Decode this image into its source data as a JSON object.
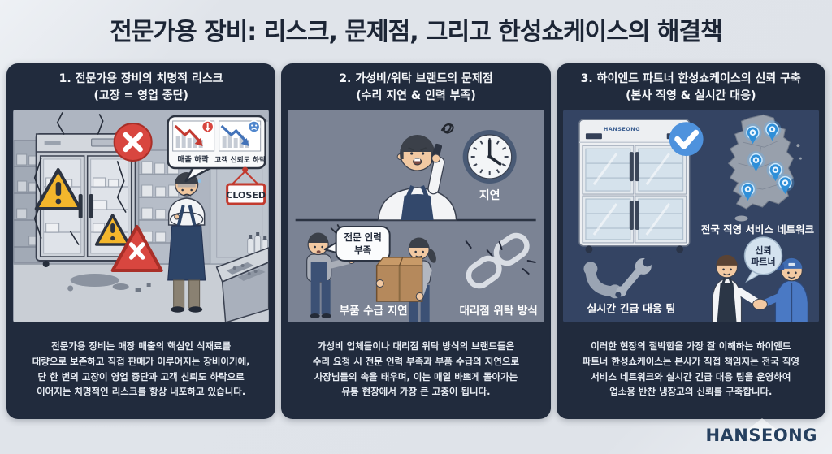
{
  "page": {
    "title": "전문가용 장비: 리스크, 문제점, 그리고 한성쇼케이스의 해결책",
    "brand_logo": "HANSEONG"
  },
  "panels": [
    {
      "header_line1": "1. 전문가용 장비의 치명적 리스크",
      "header_line2": "(고장 = 영업 중단)",
      "illustration": {
        "chart_sales_label": "매출 하락",
        "chart_trust_label": "고객 신뢰도 하락",
        "closed_sign": "CLOSED"
      },
      "body": "전문가용 장비는 매장 매출의 핵심인 식재료를\n대량으로 보존하고 직접 판매가 이루어지는 장비이기에,\n단 한 번의 고장이 영업 중단과 고객 신뢰도 하락으로\n이어지는 치명적인 리스크를 항상 내포하고 있습니다."
    },
    {
      "header_line1": "2. 가성비/위탁 브랜드의 문제점",
      "header_line2": "(수리 지연 & 인력 부족)",
      "illustration": {
        "clock_label": "지연",
        "speech_line1": "전문 인력",
        "speech_line2": "부족",
        "parts_label": "부품 수급 지연",
        "chain_label": "대리점 위탁 방식"
      },
      "body": "가성비 업체들이나 대리점 위탁 방식의 브랜드들은\n수리 요청 시 전문 인력 부족과 부품 수급의 지연으로\n사장님들의 속을 태우며, 이는 매일 바쁘게 돌아가는\n유통 현장에서 가장 큰 고충이 됩니다."
    },
    {
      "header_line1": "3. 하이엔드 파트너 한성쇼케이스의 신뢰 구축",
      "header_line2": "(본사 직영 & 실시간 대응)",
      "illustration": {
        "fridge_brand": "HANSEONG",
        "network_label": "전국 직영 서비스 네트워크",
        "team_label": "실시간 긴급 대응 팀",
        "trust_line1": "신뢰",
        "trust_line2": "파트너"
      },
      "body": "이러한 현장의 절박함을 가장 잘 이해하는 하이엔드\n파트너 한성쇼케이스는 본사가 직접 책임지는 전국 직영\n서비스 네트워크와 실시간 긴급 대응 팀을 운영하여\n업소용 반찬 냉장고의 신뢰를 구축합니다."
    }
  ],
  "colors": {
    "accent_red": "#d8463f",
    "warning_yellow": "#f3b62c",
    "accent_blue": "#4e92dd",
    "panel_navy": "#212b3d",
    "brand_navy": "#26405f"
  }
}
